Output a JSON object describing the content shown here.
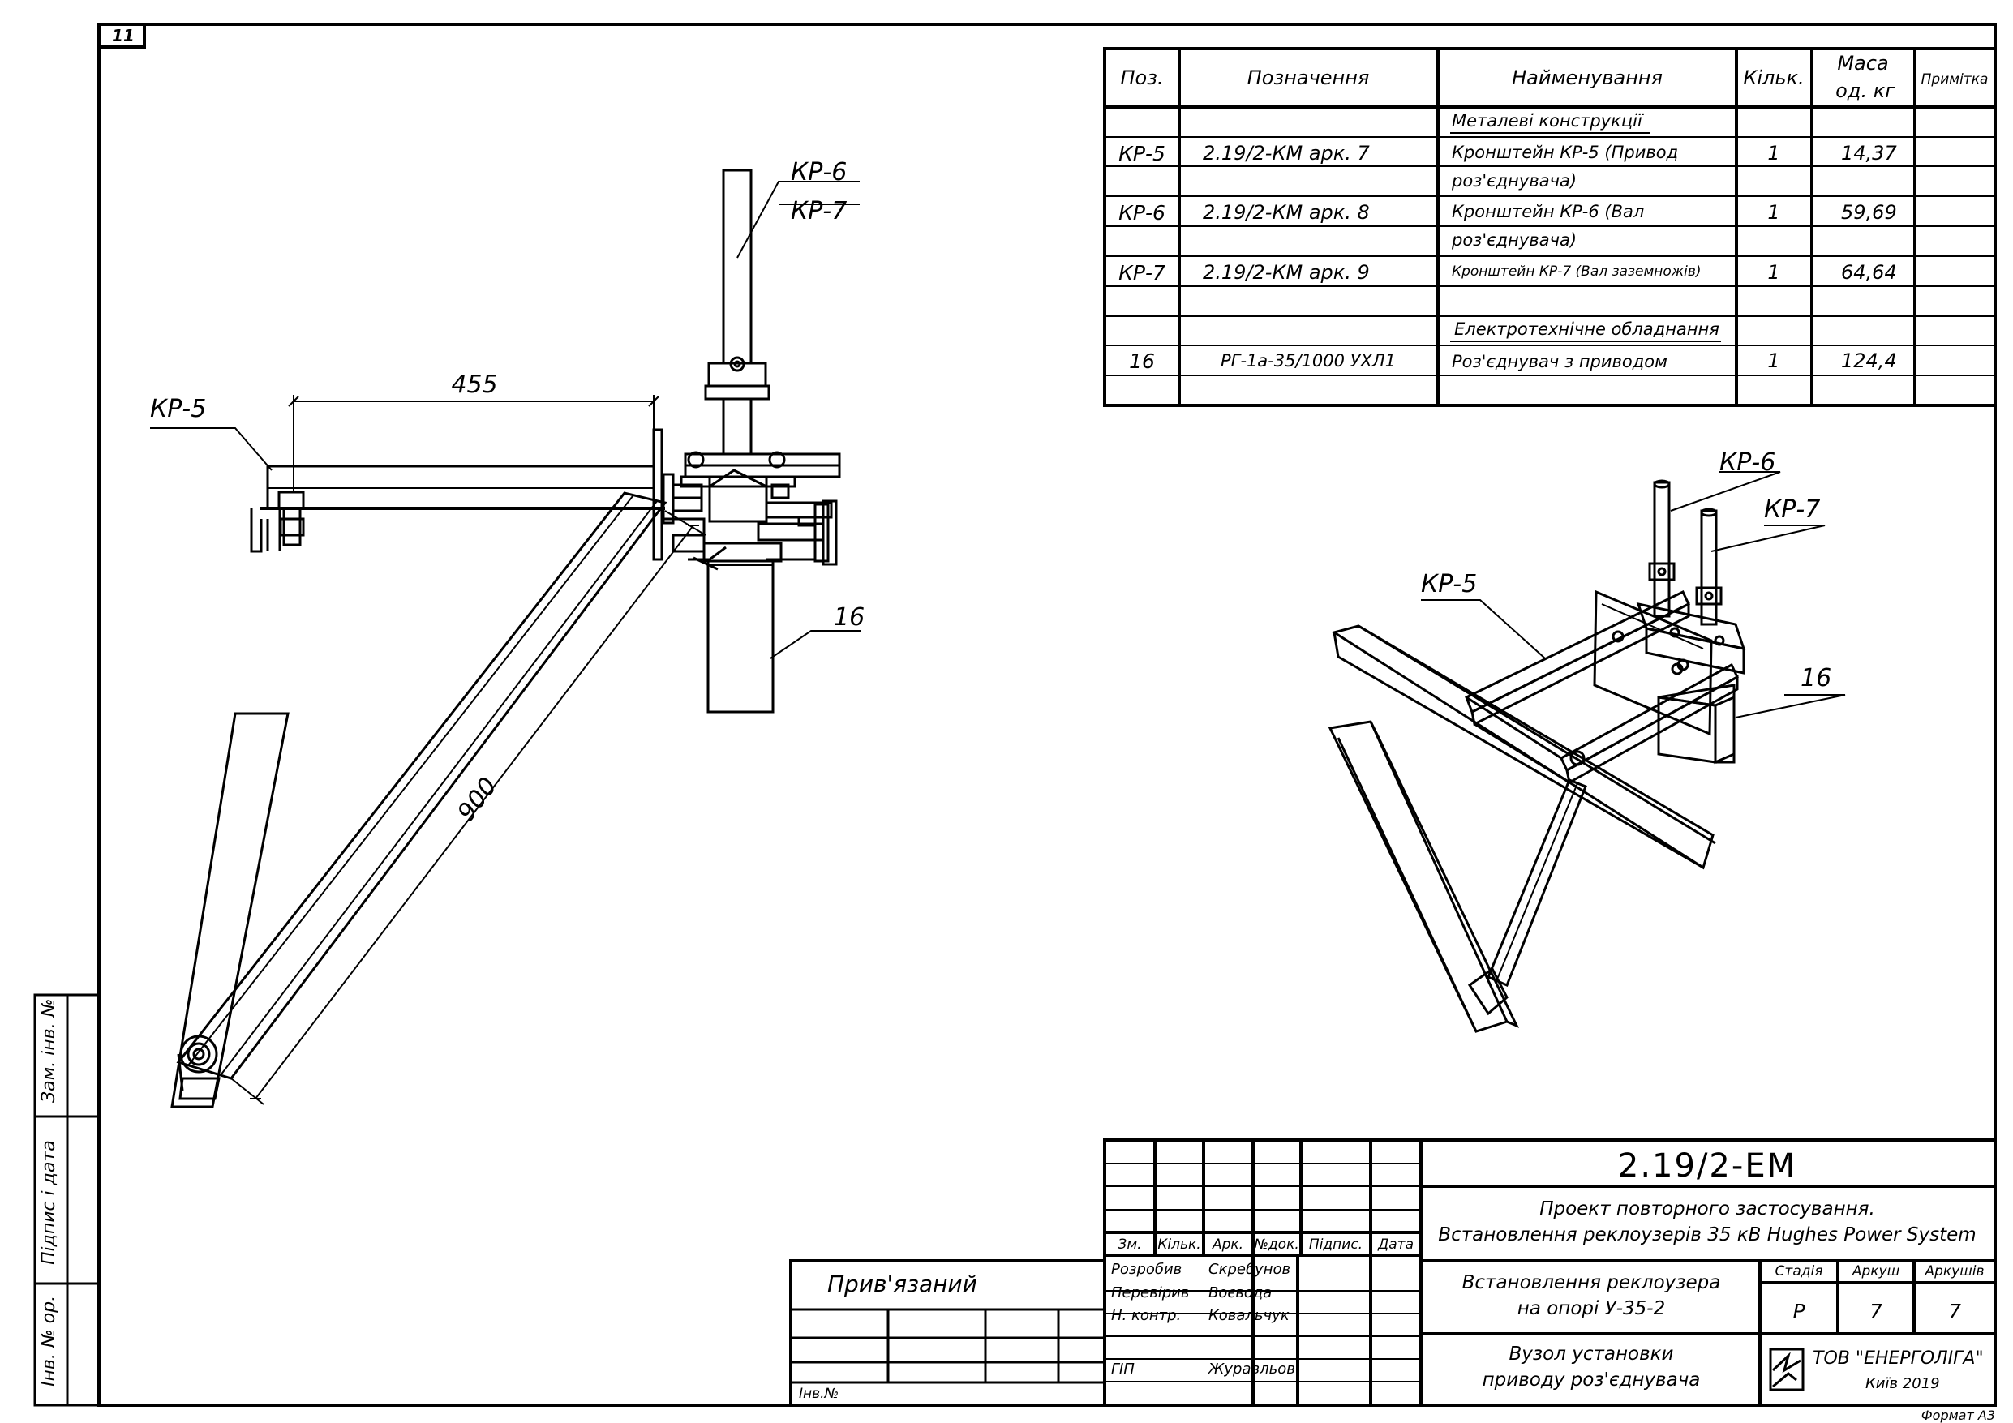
{
  "sheet_number": "11",
  "format_label": "Формат А3",
  "spec_table": {
    "headers": {
      "pos": "Поз.",
      "designation": "Позначення",
      "name": "Найменування",
      "qty": "Кільк.",
      "mass_1": "Маса",
      "mass_2": "од. кг",
      "note": "Примітка"
    },
    "section_metal": "Металеві конструкції",
    "section_electrical": "Електротехнічне обладнання",
    "rows": [
      {
        "pos": "КР-5",
        "designation": "2.19/2-КМ арк. 7",
        "name_1": "Кронштейн КР-5 (Привод",
        "name_2": "роз'єднувача)",
        "qty": "1",
        "mass": "14,37"
      },
      {
        "pos": "КР-6",
        "designation": "2.19/2-КМ арк. 8",
        "name_1": "Кронштейн КР-6 (Вал",
        "name_2": "роз'єднувача)",
        "qty": "1",
        "mass": "59,69"
      },
      {
        "pos": "КР-7",
        "designation": "2.19/2-КМ арк. 9",
        "name_1": "Кронштейн КР-7 (Вал заземножів)",
        "qty": "1",
        "mass": "64,64"
      },
      {
        "pos": "16",
        "designation": "РГ-1а-35/1000 УХЛ1",
        "name_1": "Роз'єднувач з приводом",
        "qty": "1",
        "mass": "124,4"
      }
    ]
  },
  "drawing_labels": {
    "kp5": "КР-5",
    "kp6": "КР-6",
    "kp7": "КР-7",
    "item16": "16",
    "dim_455": "455",
    "dim_900": "900",
    "iso_kp5": "КР-5",
    "iso_kp6": "КР-6",
    "iso_kp7": "КР-7",
    "iso_16": "16"
  },
  "side_stamp": {
    "zam_inv": "Зам. інв. №",
    "pidpys_data": "Підпис і дата",
    "inv_orig": "Інв. № ор."
  },
  "bound_block": {
    "label": "Прив'язаний",
    "inv_label": "Інв.№"
  },
  "title_block": {
    "code": "2.19/2-ЕМ",
    "project_line1": "Проект повторного застосування.",
    "project_line2": "Встановлення реклоузерів 35 кВ Hughes Power System",
    "col_headers": [
      "Зм.",
      "Кільк.",
      "Арк.",
      "№док.",
      "Підпис.",
      "Дата"
    ],
    "roles": [
      {
        "role": "Розробив",
        "person": "Скребунов"
      },
      {
        "role": "Перевірив",
        "person": "Воєвода"
      },
      {
        "role": "Н. контр.",
        "person": "Ковальчук"
      },
      {
        "role": "ГІП",
        "person": "Журавльов"
      }
    ],
    "title_line1": "Встановлення реклоузера",
    "title_line2": "на опорі У-35-2",
    "sub_line1": "Вузол установки",
    "sub_line2": "приводу роз'єднувача",
    "stage_label": "Стадія",
    "sheet_label": "Аркуш",
    "sheets_label": "Аркушів",
    "stage": "Р",
    "sheet": "7",
    "sheets": "7",
    "company": "ТОВ \"ЕНЕРГОЛІГА\"",
    "city_year": "Київ 2019"
  }
}
